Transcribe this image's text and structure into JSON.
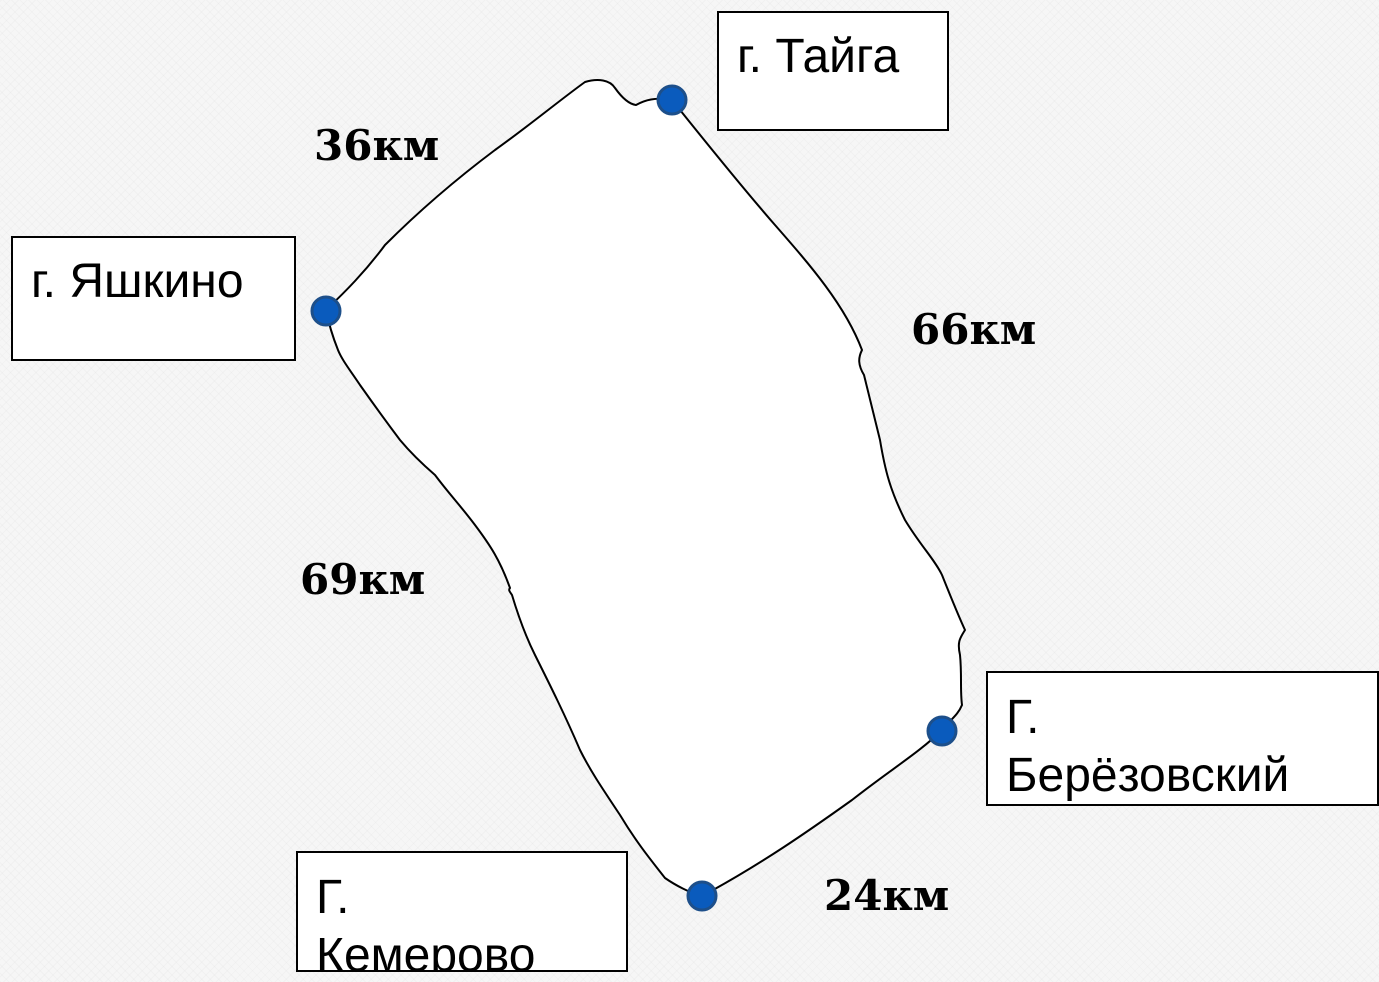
{
  "cities": {
    "taiga": "г. Тайга",
    "yashkino": "г. Яшкино",
    "berezovsky": "Г.\nБерёзовский",
    "kemerovo": "Г.\nКемерово"
  },
  "distances": {
    "yashkino_taiga": "36км",
    "taiga_berezovsky": "66км",
    "yashkino_kemerovo": "69км",
    "kemerovo_berezovsky": "24км"
  },
  "colors": {
    "city_marker": "#0a5bbd",
    "route_line": "#000000",
    "label_box_border": "#000000"
  }
}
